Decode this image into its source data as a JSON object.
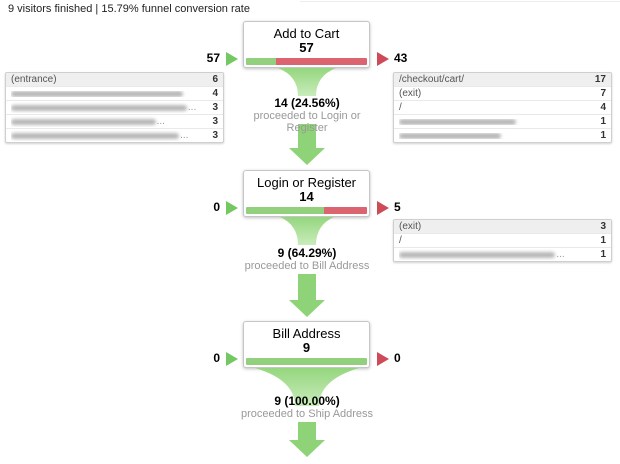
{
  "header": {
    "text": "9 visitors finished | 15.79% funnel conversion rate"
  },
  "colors": {
    "green_arrow": "#74c862",
    "red_arrow": "#cf4a59",
    "bar_green": "#92d07d",
    "bar_red": "#db6470",
    "funnel_green": "#95d67e",
    "funnel_green_light": "#c9ecbb",
    "funnel_stem": "#8ed377"
  },
  "steps": [
    {
      "title": "Add to Cart",
      "count": "57",
      "entered": "57",
      "exited": "43",
      "bar_green_pct": 24.56,
      "left_table": {
        "rows": [
          {
            "label": "(entrance)",
            "value": "6"
          },
          {
            "blurred": true,
            "blur_width": 88,
            "value": "4"
          },
          {
            "blurred": true,
            "blur_width": 90,
            "ellipsis": true,
            "value": "3"
          },
          {
            "blurred": true,
            "blur_width": 74,
            "ellipsis": true,
            "value": "3"
          },
          {
            "blurred": true,
            "blur_width": 86,
            "ellipsis": true,
            "value": "3"
          }
        ]
      },
      "right_table": {
        "rows": [
          {
            "label": "/checkout/cart/",
            "value": "17"
          },
          {
            "label": "(exit)",
            "value": "7"
          },
          {
            "label": "/",
            "value": "4"
          },
          {
            "blurred": true,
            "blur_width": 60,
            "value": "1"
          },
          {
            "blurred": true,
            "blur_width": 52,
            "value": "1"
          }
        ]
      },
      "funnel": {
        "stat": "14 (24.56%)",
        "caption": "proceeded to Login or Register"
      }
    },
    {
      "title": "Login or Register",
      "count": "14",
      "entered": "0",
      "exited": "5",
      "bar_green_pct": 64.29,
      "right_table": {
        "rows": [
          {
            "label": "(exit)",
            "value": "3"
          },
          {
            "label": "/",
            "value": "1"
          },
          {
            "blurred": true,
            "blur_width": 80,
            "ellipsis": true,
            "value": "1"
          }
        ]
      },
      "funnel": {
        "stat": "9 (64.29%)",
        "caption": "proceeded to Bill Address"
      }
    },
    {
      "title": "Bill Address",
      "count": "9",
      "entered": "0",
      "exited": "0",
      "bar_green_pct": 100,
      "funnel": {
        "stat": "9 (100.00%)",
        "caption": "proceeded to Ship Address"
      }
    }
  ],
  "chart_data": {
    "type": "funnel",
    "title": "9 visitors finished | 15.79% funnel conversion rate",
    "visitors_finished": 9,
    "overall_conversion_pct": 15.79,
    "steps": [
      {
        "name": "Add to Cart",
        "count": 57,
        "entered": 57,
        "exited": 43,
        "proceeded": 14,
        "proceeded_pct": 24.56,
        "entry_sources": [
          [
            "(entrance)",
            6
          ],
          [
            "(blurred)",
            4
          ],
          [
            "(blurred)",
            3
          ],
          [
            "(blurred)",
            3
          ],
          [
            "(blurred)",
            3
          ]
        ],
        "exit_destinations": [
          [
            "/checkout/cart/",
            17
          ],
          [
            "(exit)",
            7
          ],
          [
            "/",
            4
          ],
          [
            "(blurred)",
            1
          ],
          [
            "(blurred)",
            1
          ]
        ]
      },
      {
        "name": "Login or Register",
        "count": 14,
        "entered": 0,
        "exited": 5,
        "proceeded": 9,
        "proceeded_pct": 64.29,
        "exit_destinations": [
          [
            "(exit)",
            3
          ],
          [
            "/",
            1
          ],
          [
            "(blurred)",
            1
          ]
        ]
      },
      {
        "name": "Bill Address",
        "count": 9,
        "entered": 0,
        "exited": 0,
        "proceeded": 9,
        "proceeded_pct": 100.0,
        "next_step": "Ship Address"
      }
    ]
  }
}
